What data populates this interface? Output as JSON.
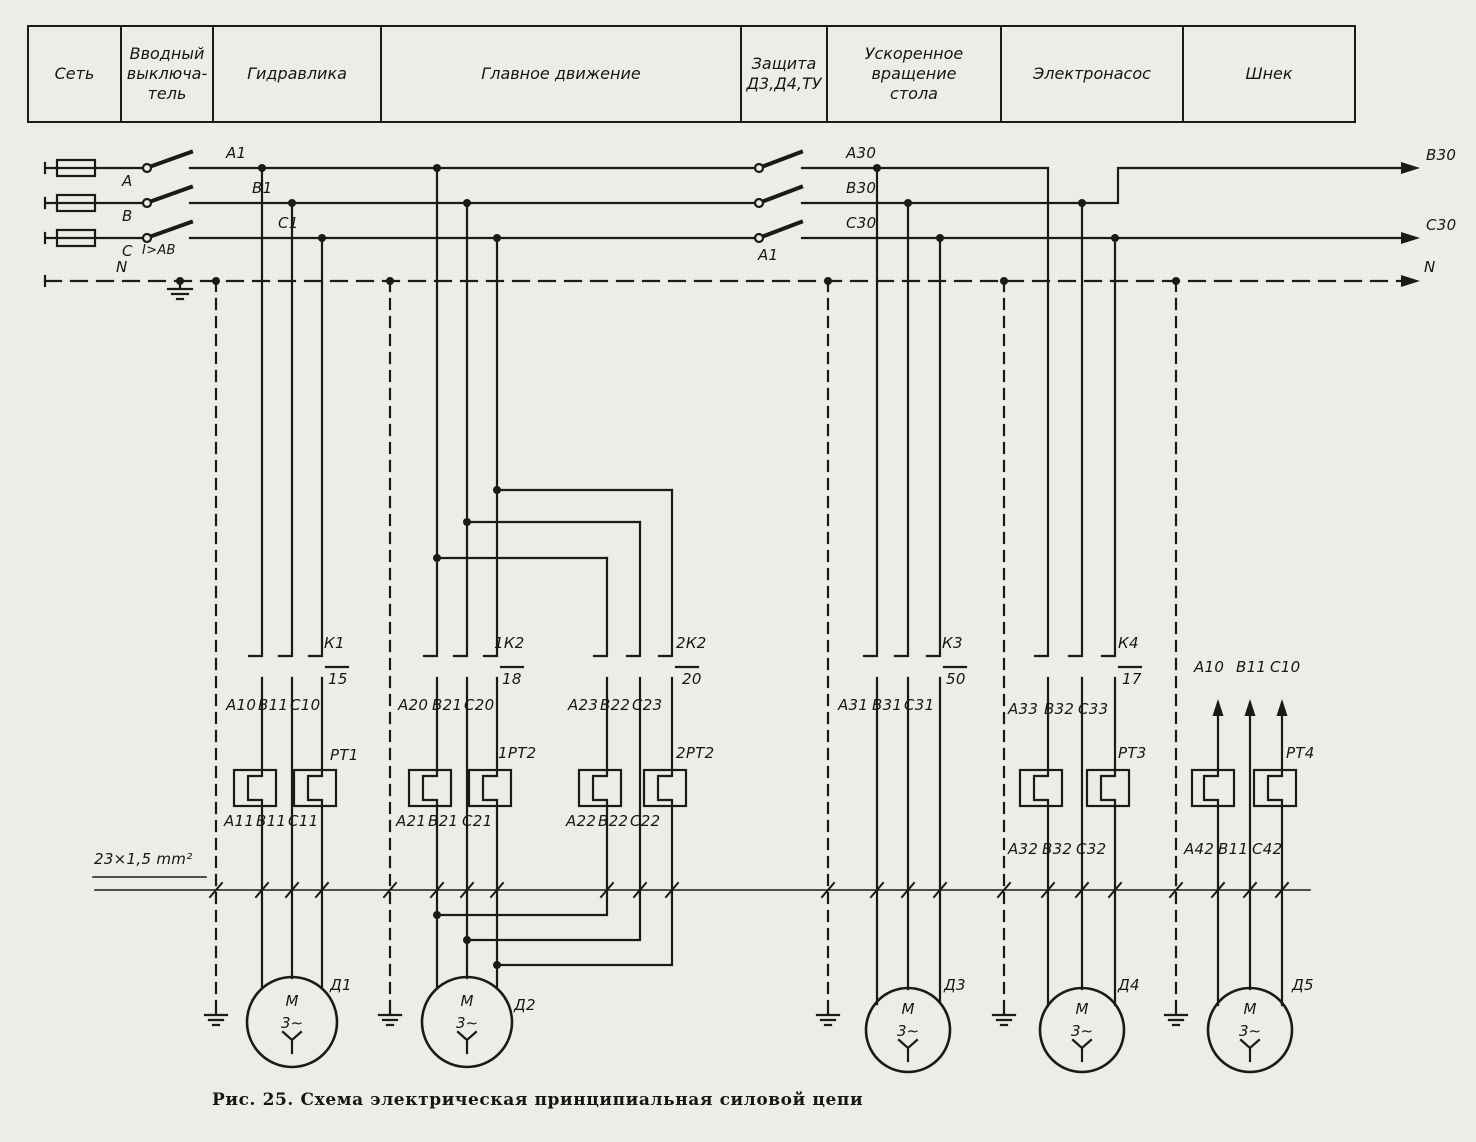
{
  "header": {
    "cells": [
      "Сеть",
      "Вводный\nвыключа-\nтель",
      "Гидравлика",
      "Главное движение",
      "Защита\nД3,Д4,ТУ",
      "Ускоренное\nвращение\nстола",
      "Электронасос",
      "Шнек"
    ]
  },
  "bus": {
    "phases": {
      "a": "А",
      "b": "В",
      "c": "С",
      "n": "N"
    },
    "breaker_current_label": "I>АВ",
    "feeder_labels": {
      "a": "А1",
      "b": "В1",
      "c": "С1"
    },
    "protection_label": "А1",
    "protected_bus_labels": {
      "a": "А30",
      "b": "В30",
      "c": "С30"
    },
    "outgoing_arrows": {
      "b": "В30",
      "c": "С30",
      "n": "N"
    }
  },
  "cable_note": "23×1,5 mm²",
  "groups": {
    "g1": {
      "contactor": "К1",
      "terminal": "15",
      "top": {
        "a": "А10",
        "b": "В11",
        "c": "С10"
      },
      "relay": "РТ1",
      "bottom": {
        "a": "А11",
        "b": "В11",
        "c": "С11"
      },
      "motor": "Д1"
    },
    "g2": {
      "contactor": "1К2",
      "terminal": "18",
      "top": {
        "a": "А20",
        "b": "В21",
        "c": "С20"
      },
      "relay": "1РТ2",
      "bottom": {
        "a": "А21",
        "b": "В21",
        "c": "С21"
      },
      "motor": "Д2"
    },
    "g3": {
      "contactor": "2К2",
      "terminal": "20",
      "top": {
        "a": "А23",
        "b": "В22",
        "c": "С23"
      },
      "relay": "2РТ2",
      "bottom": {
        "a": "А22",
        "b": "В22",
        "c": "С22"
      }
    },
    "g4": {
      "contactor": "К3",
      "terminal": "50",
      "top": {
        "a": "А31",
        "b": "В31",
        "c": "С31"
      },
      "motor": "Д3"
    },
    "g5": {
      "contactor": "К4",
      "terminal": "17",
      "top": {
        "a": "А33",
        "b": "В32",
        "c": "С33"
      },
      "relay": "РТ3",
      "bottom": {
        "a": "А32",
        "b": "В32",
        "c": "С32"
      },
      "motor": "Д4"
    },
    "g6": {
      "feed": {
        "a": "А10",
        "b": "В11",
        "c": "С10"
      },
      "relay": "РТ4",
      "bottom": {
        "a": "А42",
        "b": "В11",
        "c": "С42"
      },
      "motor": "Д5"
    }
  },
  "motor": {
    "letter": "М",
    "winding": "3∼"
  },
  "caption": "Рис. 25. Схема электрическая принципиальная силовой цепи"
}
